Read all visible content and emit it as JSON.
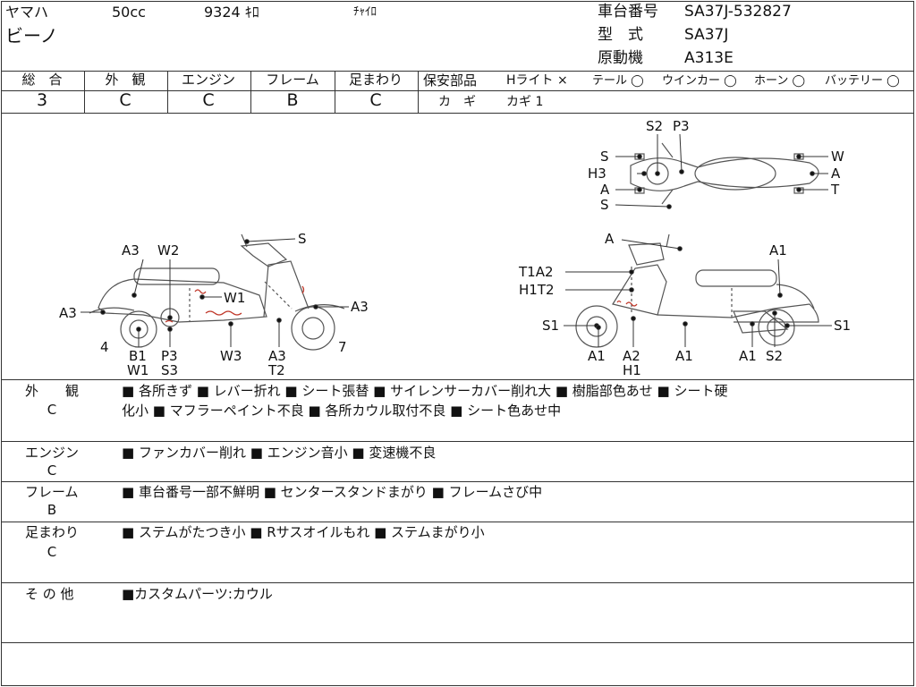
{
  "header": {
    "maker": "ヤマハ",
    "displacement": "50cc",
    "mileage": "9324 ｷﾛ",
    "mileage_note": "ﾁｬｲﾛ",
    "model_name": "ビーノ",
    "frame_no_label": "車台番号",
    "frame_no": "SA37J-532827",
    "type_label": "型　式",
    "type": "SA37J",
    "engine_label": "原動機",
    "engine": "A313E"
  },
  "grades": {
    "headers": [
      "総　合",
      "外　観",
      "エンジン",
      "フレーム",
      "足まわり"
    ],
    "values": [
      "3",
      "C",
      "C",
      "B",
      "C"
    ]
  },
  "safety": {
    "label": "保安部品",
    "items": [
      {
        "label": "Hライト",
        "mark": "×"
      },
      {
        "label": "テール",
        "mark": "◯"
      },
      {
        "label": "ウインカー",
        "mark": "◯"
      },
      {
        "label": "ホーン",
        "mark": "◯"
      },
      {
        "label": "バッテリー",
        "mark": "◯"
      }
    ],
    "key_label": "カ　ギ",
    "key_value": "カギ 1"
  },
  "diagram": {
    "left_labels": [
      "A3",
      "W2",
      "S",
      "W1",
      "A3",
      "A3",
      "4",
      "B1",
      "W1",
      "P3",
      "S3",
      "W3",
      "A3",
      "T2",
      "7"
    ],
    "right_labels": [
      "A",
      "A1",
      "T1A2",
      "H1T2",
      "S1",
      "A1",
      "A2",
      "H1",
      "A1",
      "A1",
      "S2",
      "S1"
    ],
    "top_labels": [
      "S2",
      "P3",
      "S",
      "W",
      "H3",
      "A",
      "A",
      "T",
      "S"
    ]
  },
  "remarks": [
    {
      "category": "外　　観",
      "grade": "C",
      "lines": [
        "■ 各所きず ■ レバー折れ ■ シート張替 ■ サイレンサーカバー削れ大 ■ 樹脂部色あせ ■ シート硬",
        "化小 ■ マフラーペイント不良 ■ 各所カウル取付不良 ■ シート色あせ中"
      ]
    },
    {
      "category": "エンジン",
      "grade": "C",
      "lines": [
        "■ ファンカバー削れ ■ エンジン音小 ■ 変速機不良"
      ]
    },
    {
      "category": "フレーム",
      "grade": "B",
      "lines": [
        "■ 車台番号一部不鮮明 ■ センタースタンドまがり ■ フレームさび中"
      ]
    },
    {
      "category": "足まわり",
      "grade": "C",
      "lines": [
        "■ ステムがたつき小 ■ Rサスオイルもれ ■ ステムまがり小"
      ]
    },
    {
      "category": "そ の 他",
      "grade": "",
      "lines": [
        "■カスタムパーツ:カウル"
      ]
    }
  ],
  "colors": {
    "line": "#333333",
    "damage_mark": "#c0392b"
  }
}
